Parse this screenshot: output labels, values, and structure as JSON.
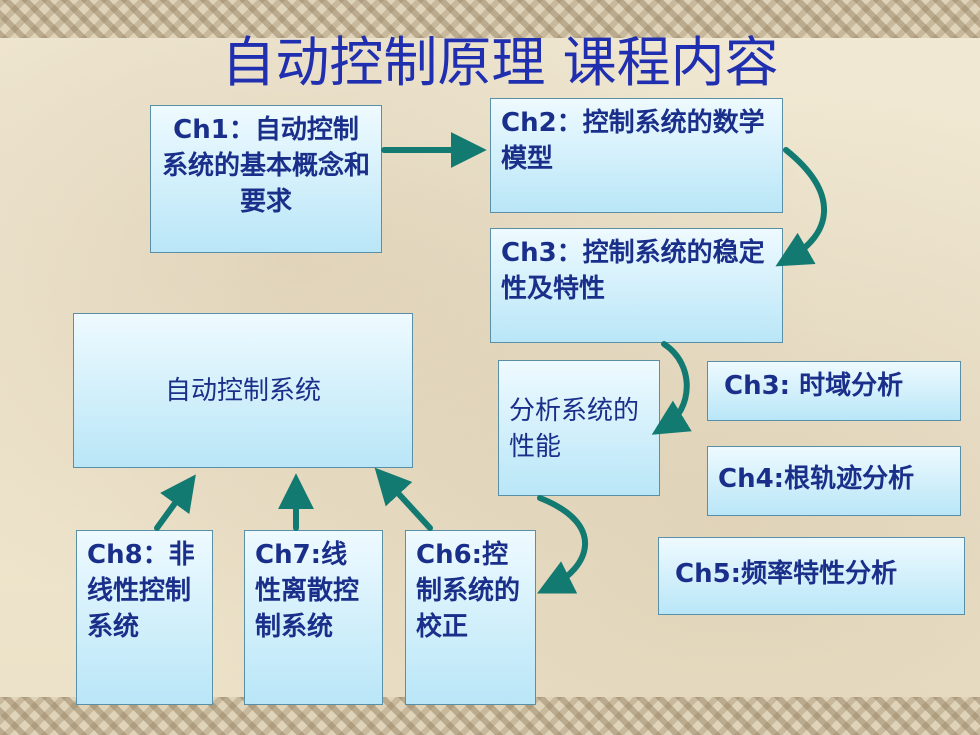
{
  "title": "自动控制原理 课程内容",
  "boxes": {
    "ch1": "Ch1：自动控制系统的基本概念和要求",
    "ch2": "Ch2：控制系统的数学模型",
    "ch3": "Ch3：控制系统的稳定性及特性",
    "system": "自动控制系统",
    "analysis": "分析系统的性能",
    "ch3_time": "Ch3: 时域分析",
    "ch4": "Ch4:根轨迹分析",
    "ch5": "Ch5:频率特性分析",
    "ch8": "Ch8：非线性控制系统",
    "ch7": "Ch7:线性离散控制系统",
    "ch6": "Ch6:控制系统的校正"
  },
  "colors": {
    "arrow": "#137a72",
    "title": "#1f2fb0",
    "box_text": "#1a2f8a"
  }
}
